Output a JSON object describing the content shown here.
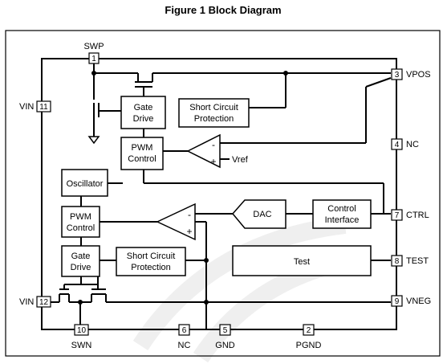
{
  "title": "Figure 1 Block Diagram",
  "pins": {
    "swp": {
      "num": "1",
      "name": "SWP"
    },
    "vpos": {
      "num": "3",
      "name": "VPOS"
    },
    "nc4": {
      "num": "4",
      "name": "NC"
    },
    "ctrl": {
      "num": "7",
      "name": "CTRL"
    },
    "test": {
      "num": "8",
      "name": "TEST"
    },
    "vneg": {
      "num": "9",
      "name": "VNEG"
    },
    "vin11": {
      "num": "11",
      "name": "VIN"
    },
    "vin12": {
      "num": "12",
      "name": "VIN"
    },
    "swn": {
      "num": "10",
      "name": "SWN"
    },
    "nc6": {
      "num": "6",
      "name": "NC"
    },
    "gnd": {
      "num": "5",
      "name": "GND"
    },
    "pgnd": {
      "num": "2",
      "name": "PGND"
    }
  },
  "blocks": {
    "gate_drive_top": [
      "Gate",
      "Drive"
    ],
    "scp_top": [
      "Short Circuit",
      "Protection"
    ],
    "pwm_top": [
      "PWM",
      "Control"
    ],
    "oscillator": "Oscillator",
    "pwm_bottom": [
      "PWM",
      "Control"
    ],
    "gate_drive_bottom": [
      "Gate",
      "Drive"
    ],
    "scp_bottom": [
      "Short Circuit",
      "Protection"
    ],
    "dac": "DAC",
    "control_interface": [
      "Control",
      "Interface"
    ],
    "test": "Test"
  },
  "labels": {
    "vref": "Vref",
    "minus": "-",
    "plus": "+"
  }
}
